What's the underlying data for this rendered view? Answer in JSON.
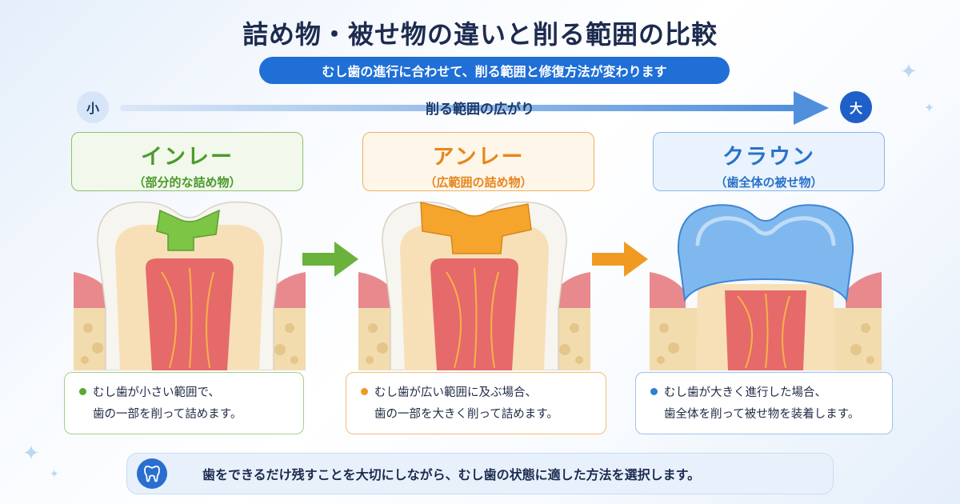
{
  "title": "詰め物・被せ物の違いと削る範囲の比較",
  "subtitle": "むし歯の進行に合わせて、削る範囲と修復方法が変わります",
  "scale": {
    "small_label": "小",
    "large_label": "大",
    "label": "削る範囲の広がり"
  },
  "treatments": [
    {
      "name": "インレー",
      "sub": "（部分的な詰め物）",
      "desc_line1": "むし歯が小さい範囲で、",
      "desc_line2": "歯の一部を削って詰めます。",
      "color": "#6fbf3a"
    },
    {
      "name": "アンレー",
      "sub": "（広範囲の詰め物）",
      "desc_line1": "むし歯が広い範囲に及ぶ場合、",
      "desc_line2": "歯の一部を大きく削って詰めます。",
      "color": "#f3a02a"
    },
    {
      "name": "クラウン",
      "sub": "（歯全体の被せ物）",
      "desc_line1": "むし歯が大きく進行した場合、",
      "desc_line2": "歯全体を削って被せ物を装着します。",
      "color": "#4a8fd8"
    }
  ],
  "bottom_note": "歯をできるだけ残すことを大切にしながら、むし歯の状態に適した方法を選択します。",
  "icons": {
    "tooth": "tooth-icon",
    "arrow": "arrow-right-icon",
    "sparkle": "sparkle-icon"
  },
  "colors": {
    "accent_blue": "#1f6fd6",
    "green": "#6fbf3a",
    "orange": "#f3a02a",
    "blue": "#4a8fd8"
  }
}
